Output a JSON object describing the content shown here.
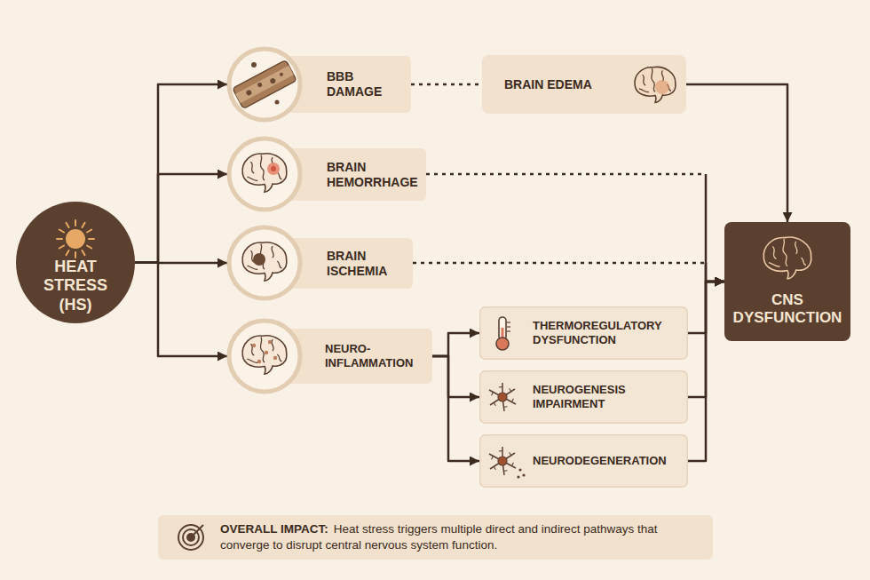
{
  "diagram": {
    "nodes": [
      {
        "text": [
          "HEAT STRESS (HS)"
        ]
      },
      {
        "text": [
          "BBB DAMAGE"
        ]
      },
      {
        "text": [
          "BRAIN EDEMA"
        ]
      },
      {
        "text": [
          "BRAIN HEMORRHAGE"
        ]
      },
      {
        "text": [
          "BRAIN ISCHEMIA"
        ]
      },
      {
        "text": [
          "NEURO- INFLAMMATION"
        ]
      },
      {
        "text": [
          "THERMOREGULATORY DYSFUNCTION"
        ]
      },
      {
        "text": [
          "NEUROGENESIS IMPAIRMENT"
        ]
      },
      {
        "text": [
          "NEURODEGENERATION"
        ]
      },
      {
        "text": [
          "CNS DYSFUNCTION"
        ]
      },
      {
        "text": [
          "OVERALL IMPACT:",
          "Heat stress triggers multiple direct and indirect pathways that converge to disrupt central nervous system function."
        ]
      }
    ],
    "edges": [
      {
        "from": 0,
        "to": 1,
        "arrow": "to"
      },
      {
        "from": 0,
        "to": 3,
        "arrow": "to"
      },
      {
        "from": 0,
        "to": 4,
        "arrow": "to"
      },
      {
        "from": 0,
        "to": 5,
        "arrow": "to"
      },
      {
        "from": 1,
        "to": 2,
        "arrow": "none"
      },
      {
        "from": 2,
        "to": 9,
        "arrow": "to"
      },
      {
        "from": 3,
        "to": 9,
        "arrow": "to"
      },
      {
        "from": 4,
        "to": 9,
        "arrow": "to"
      },
      {
        "from": 5,
        "to": 6,
        "arrow": "to"
      },
      {
        "from": 5,
        "to": 7,
        "arrow": "to"
      },
      {
        "from": 5,
        "to": 8,
        "arrow": "to"
      },
      {
        "from": 6,
        "to": 9,
        "arrow": "to"
      },
      {
        "from": 7,
        "to": 9,
        "arrow": "to"
      },
      {
        "from": 8,
        "to": 9,
        "arrow": "to"
      }
    ]
  }
}
